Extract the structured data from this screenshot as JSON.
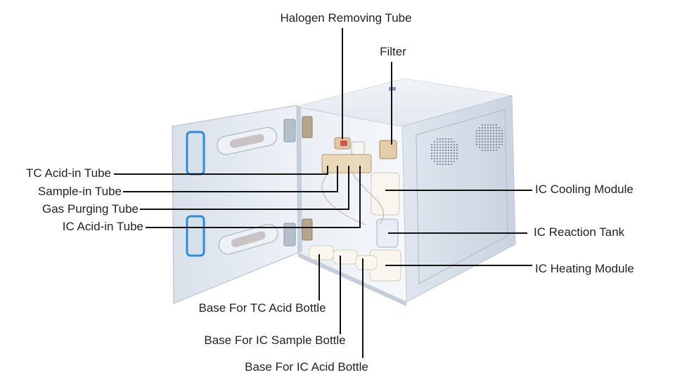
{
  "colors": {
    "cabinet": "#e3e9f1",
    "cabinet_shade": "#cfd8e3",
    "accent_blue": "#2e8bd6",
    "leader_line": "#111111",
    "module_white": "#f8f6ee"
  },
  "labels": {
    "halogen_removing_tube": "Halogen Removing Tube",
    "filter": "Filter",
    "tc_acid_in_tube": "TC Acid-in Tube",
    "sample_in_tube": "Sample-in Tube",
    "gas_purging_tube": "Gas Purging Tube",
    "ic_acid_in_tube": "IC Acid-in Tube",
    "ic_cooling_module": "IC Cooling Module",
    "ic_reaction_tank": "IC Reaction Tank",
    "ic_heating_module": "IC Heating Module",
    "base_tc_acid_bottle": "Base For TC Acid Bottle",
    "base_ic_sample_bottle": "Base For IC Sample Bottle",
    "base_ic_acid_bottle": "Base For IC Acid Bottle"
  }
}
